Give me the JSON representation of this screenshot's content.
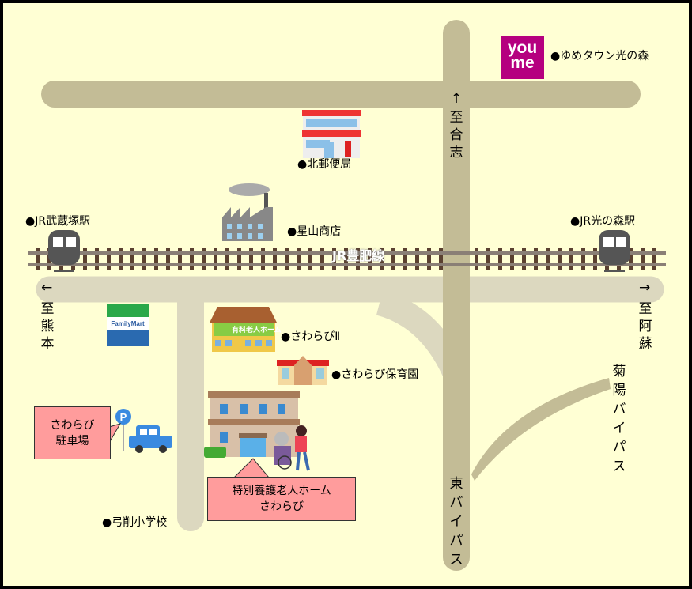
{
  "colors": {
    "background": "#ffffd4",
    "road": "#c3bc96",
    "road_light": "#dcd8bf",
    "callout": "#ff9c9c",
    "youme": "#b5007f"
  },
  "railway": {
    "label": "JR豊肥線"
  },
  "directions": {
    "north": {
      "arrow": "↑",
      "text": "至合志"
    },
    "west": {
      "arrow": "←",
      "text": "至熊本"
    },
    "east": {
      "arrow": "→",
      "text": "至阿蘇"
    }
  },
  "roads": {
    "kikuyo_bypass": "菊陽バイパス",
    "east_bypass": "東バイパス"
  },
  "landmarks": {
    "youme_town": "●ゆめタウン光の森",
    "youme_logo": "you me",
    "post_office": "●北郵便局",
    "hoshiyama": "●星山商店",
    "musashizuka": "●JR武蔵塚駅",
    "hikarinomori": "●JR光の森駅",
    "sawarabi2": "●さわらびⅡ",
    "nursery": "●さわらび保育園",
    "school": "●弓削小学校",
    "familymart": "FamilyMart",
    "nursing_home_sign": "有料老人ホーム"
  },
  "callouts": {
    "parking": {
      "line1": "さわらび",
      "line2": "駐車場"
    },
    "main": {
      "line1": "特別養護老人ホーム",
      "line2": "さわらび"
    }
  },
  "parking_sign": "P"
}
